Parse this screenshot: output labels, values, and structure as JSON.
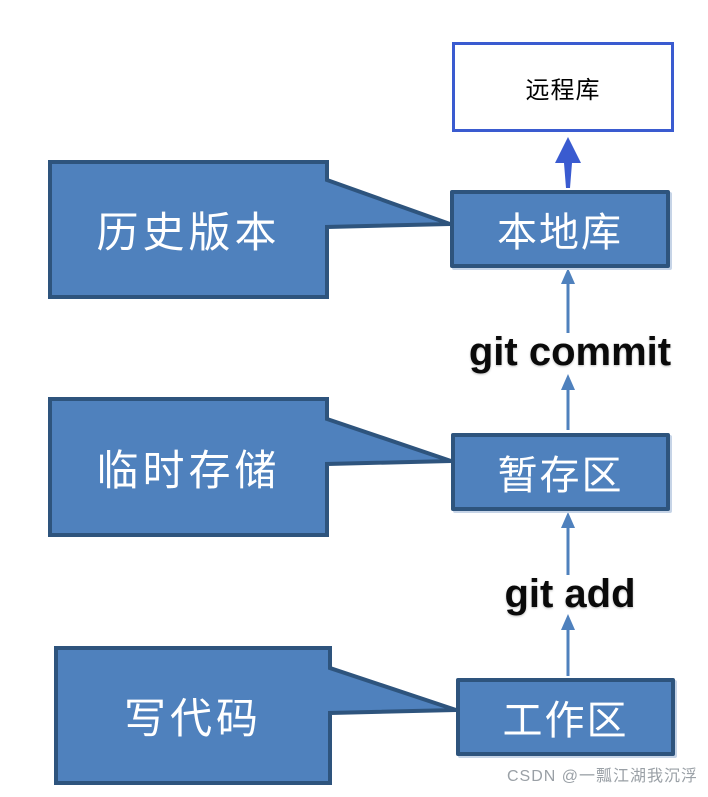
{
  "diagram": {
    "title_hint": "git-workflow-diagram",
    "remote_box": {
      "label": "远程库"
    },
    "nodes": [
      {
        "id": "local",
        "label": "本地库"
      },
      {
        "id": "stage",
        "label": "暂存区"
      },
      {
        "id": "work",
        "label": "工作区"
      }
    ],
    "callouts": [
      {
        "id": "history",
        "label": "历史版本",
        "points_to": "本地库"
      },
      {
        "id": "temp",
        "label": "临时存储",
        "points_to": "暂存区"
      },
      {
        "id": "code",
        "label": "写代码",
        "points_to": "工作区"
      }
    ],
    "arrow_labels": [
      {
        "id": "commit",
        "label": "git commit",
        "from": "暂存区",
        "to": "本地库"
      },
      {
        "id": "add",
        "label": "git add",
        "from": "工作区",
        "to": "暂存区"
      }
    ],
    "watermark": "CSDN @一瓢江湖我沉浮"
  },
  "colors": {
    "steel-fill": "#4F81BD",
    "steel-border": "#2E547D",
    "royal-blue": "#3A5BD0",
    "glow": "#C6D4E7",
    "watermark-gray": "#9AA0A6",
    "text-black": "#0A0A0A"
  }
}
